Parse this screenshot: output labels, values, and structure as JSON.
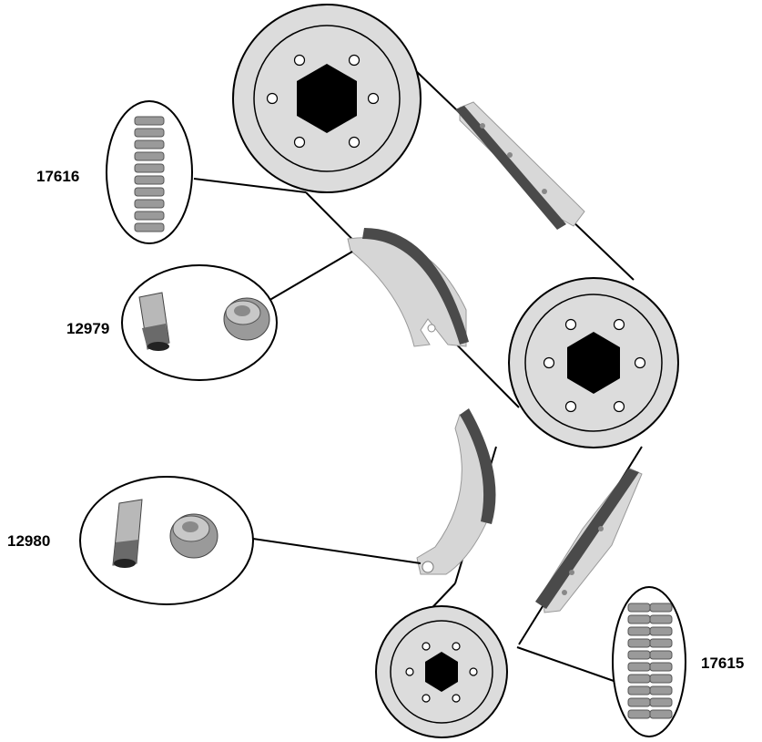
{
  "diagram": {
    "labels": {
      "chain_upper": "17616",
      "guide_pin_upper": "12979",
      "guide_pin_lower": "12980",
      "chain_lower": "17615"
    },
    "colors": {
      "sprocket_face": "#dcdcdc",
      "sprocket_outline": "#000000",
      "hex_hub": "#000000",
      "guide_body": "#d6d6d6",
      "guide_shoe": "#4a4a4a",
      "chain_link": "#8a8a8a",
      "callout_line": "#000000"
    },
    "components": {
      "sprockets": [
        "camshaft-sprocket-top",
        "camshaft-sprocket-middle",
        "crankshaft-sprocket-bottom"
      ],
      "guides": [
        "tensioner-guide-upper-right",
        "chain-guide-upper-left",
        "chain-guide-lower-left",
        "tensioner-guide-lower-right"
      ],
      "callouts": [
        "chain-callout-17616",
        "pin-callout-12979",
        "pin-callout-12980",
        "chain-callout-17615"
      ]
    }
  }
}
